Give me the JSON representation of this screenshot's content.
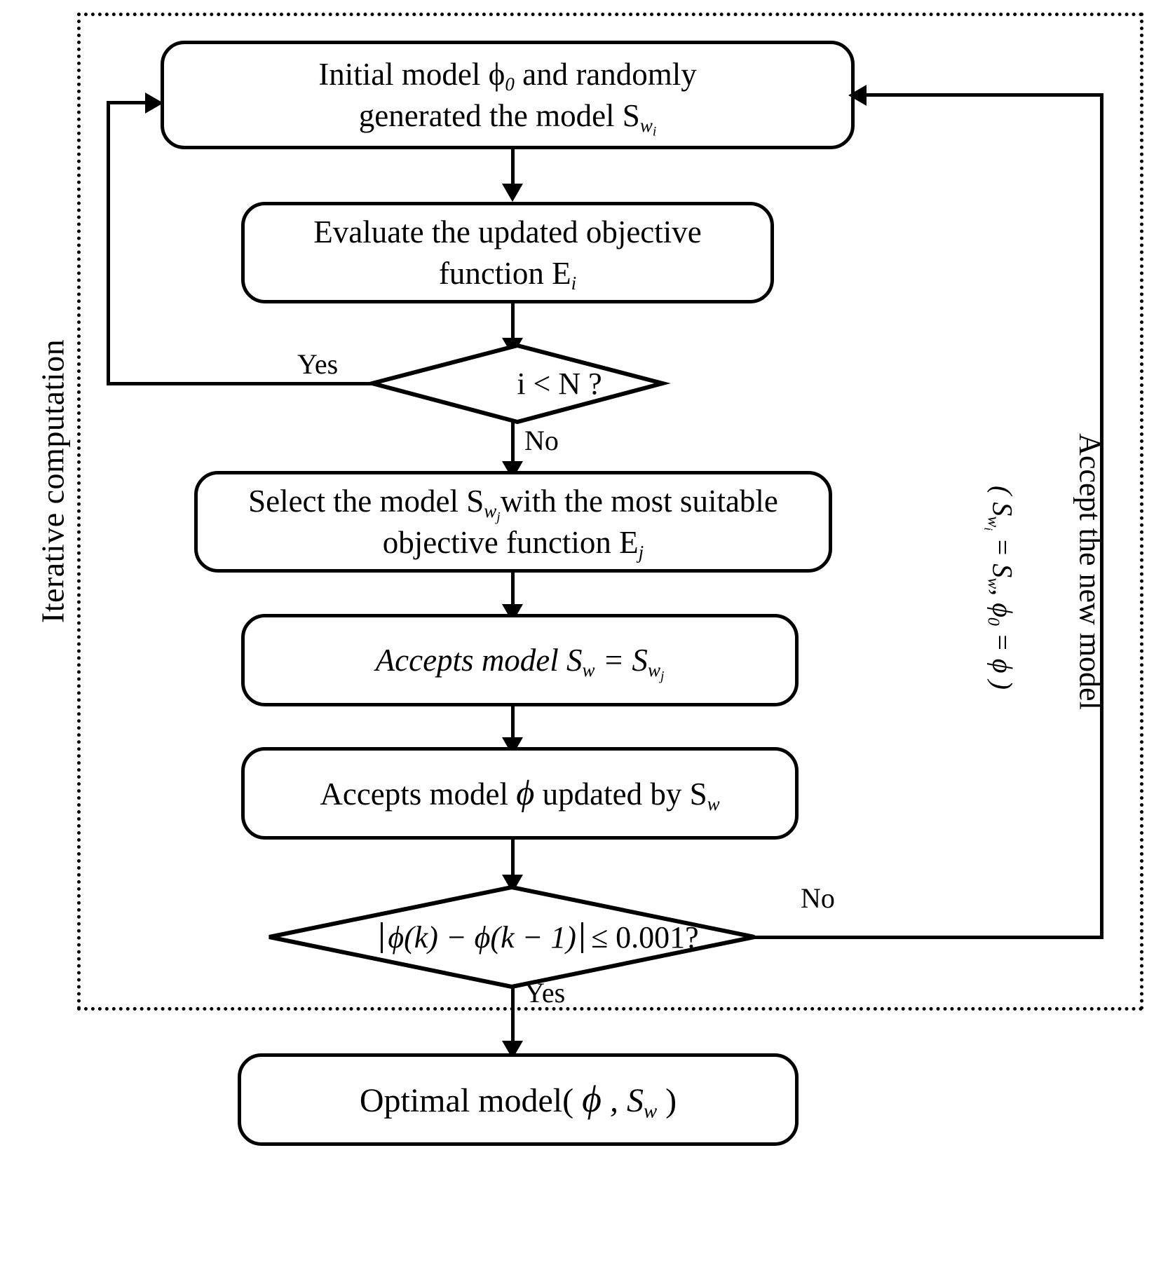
{
  "diagram": {
    "type": "flowchart",
    "title": "Iterative computation flowchart for model optimization",
    "region_label": "Iterative computation",
    "nodes": [
      {
        "id": "init",
        "shape": "rounded-rect",
        "line1": "Initial model ϕ",
        "line1_sub": "0",
        "line1_tail": " and randomly",
        "line2": "generated the model S",
        "line2_sub": "w",
        "line2_subsub": "i"
      },
      {
        "id": "evaluate",
        "shape": "rounded-rect",
        "line1": "Evaluate the updated objective",
        "line2": "function E",
        "line2_sub": "i"
      },
      {
        "id": "decision_iter",
        "shape": "diamond",
        "text": "i < N ?"
      },
      {
        "id": "select",
        "shape": "rounded-rect",
        "line1_a": "Select the model S",
        "line1_sub": "w",
        "line1_subsub": "j",
        "line1_b": "with the most suitable",
        "line2_a": "objective  function E",
        "line2_sub": "j"
      },
      {
        "id": "accept_sw",
        "shape": "rounded-rect",
        "text_a": "Accepts  model   S",
        "sub_a": "w",
        "eq": " = S",
        "sub_b": "w",
        "subsub_b": "j"
      },
      {
        "id": "accept_phi",
        "shape": "rounded-rect",
        "text_a": "Accepts model ",
        "phi": "ϕ",
        "text_b": " updated by S",
        "sub_b": "w"
      },
      {
        "id": "decision_conv",
        "shape": "diamond",
        "abs_open": "ϕ(k) − ϕ(k − 1)",
        "tail": " ≤ 0.001?"
      },
      {
        "id": "optimal",
        "shape": "rounded-rect",
        "text_a": "Optimal model( ",
        "phi": "ϕ",
        "text_b": " , S",
        "sub_b": "w",
        "text_c": " )"
      }
    ],
    "edge_labels": {
      "yes_iter": "Yes",
      "no_iter": "No",
      "no_converge": "No",
      "yes_converge": "Yes"
    },
    "side_labels": {
      "accept_new_model": "Accept the new model",
      "accept_new_model_formula_a": "( S",
      "accept_new_model_formula_sub_a": "w",
      "accept_new_model_formula_subsub_a": "i",
      "accept_new_model_formula_b": " = S",
      "accept_new_model_formula_sub_b": "w",
      "accept_new_model_formula_c": ", ϕ",
      "accept_new_model_formula_sub_c": "0",
      "accept_new_model_formula_d": " = ϕ )"
    },
    "colors": {
      "stroke": "#000000",
      "fill": "#ffffff",
      "text": "#000000"
    }
  }
}
